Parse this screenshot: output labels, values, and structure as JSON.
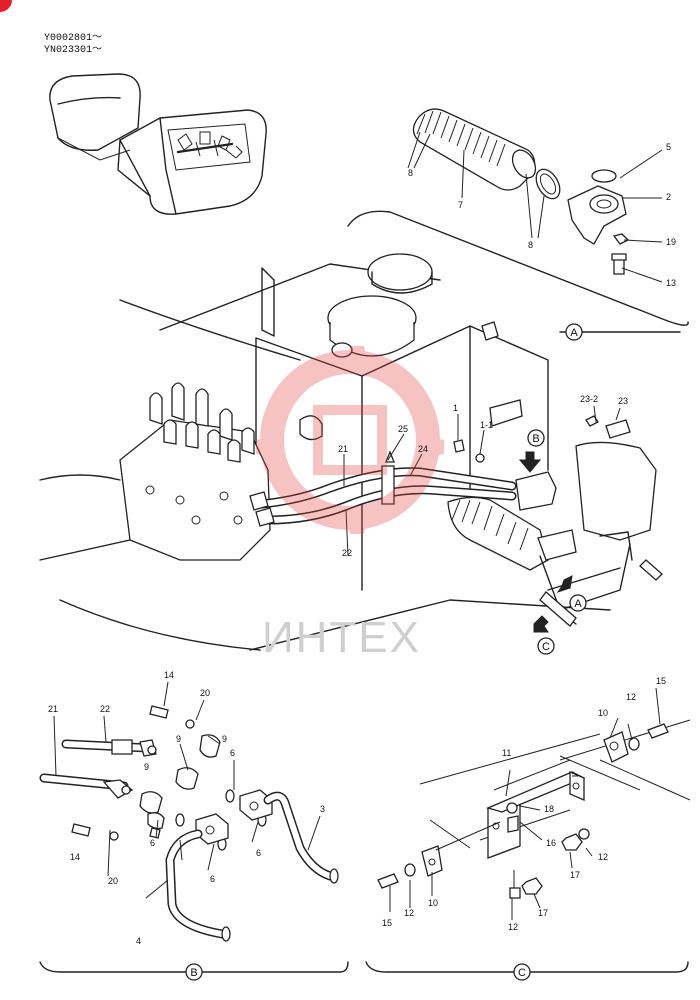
{
  "serial_codes": [
    "Y0002801～",
    "YN023301～"
  ],
  "watermark": "ИНТЕХ",
  "view_markers": [
    "A",
    "B",
    "C"
  ],
  "callouts": {
    "top_view": [
      "8",
      "7",
      "8",
      "5",
      "2",
      "19",
      "13"
    ],
    "main_view": [
      "1",
      "1-1",
      "25",
      "24",
      "21",
      "22",
      "23-2",
      "23"
    ],
    "detail_b": [
      "14",
      "20",
      "22",
      "9",
      "9",
      "21",
      "9",
      "6",
      "3",
      "14",
      "6",
      "20",
      "6",
      "6",
      "4"
    ],
    "detail_c": [
      "15",
      "10",
      "12",
      "11",
      "18",
      "16",
      "12",
      "17",
      "15",
      "12",
      "10",
      "12",
      "17"
    ]
  },
  "colors": {
    "line": "#222222",
    "watermark": "#e23a3a"
  }
}
